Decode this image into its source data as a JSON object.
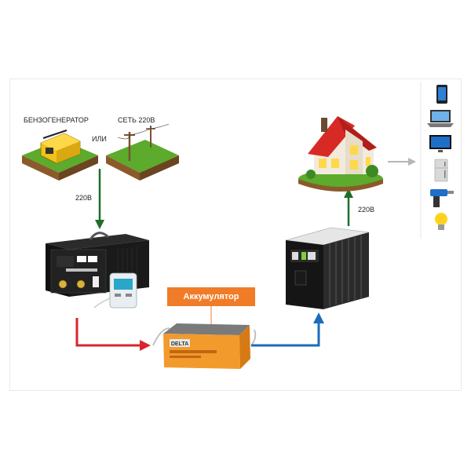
{
  "labels": {
    "generator": "БЕНЗОГЕНЕРАТОР",
    "or": "ИЛИ",
    "grid": "СЕТЬ 220В",
    "voltage_in": "220В",
    "voltage_out": "220В",
    "battery": "Аккумулятор",
    "battery_brand": "DELTA"
  },
  "devices": [
    "phone-icon",
    "laptop-icon",
    "tv-icon",
    "fridge-icon",
    "drill-icon",
    "lightbulb-icon"
  ],
  "colors": {
    "arrow_green": "#1f6e2a",
    "arrow_red": "#d9252b",
    "arrow_blue": "#1e6bb8",
    "arrow_gray": "#b5b5b5",
    "battery_orange": "#f07c28",
    "grass": "#5cab2c"
  }
}
